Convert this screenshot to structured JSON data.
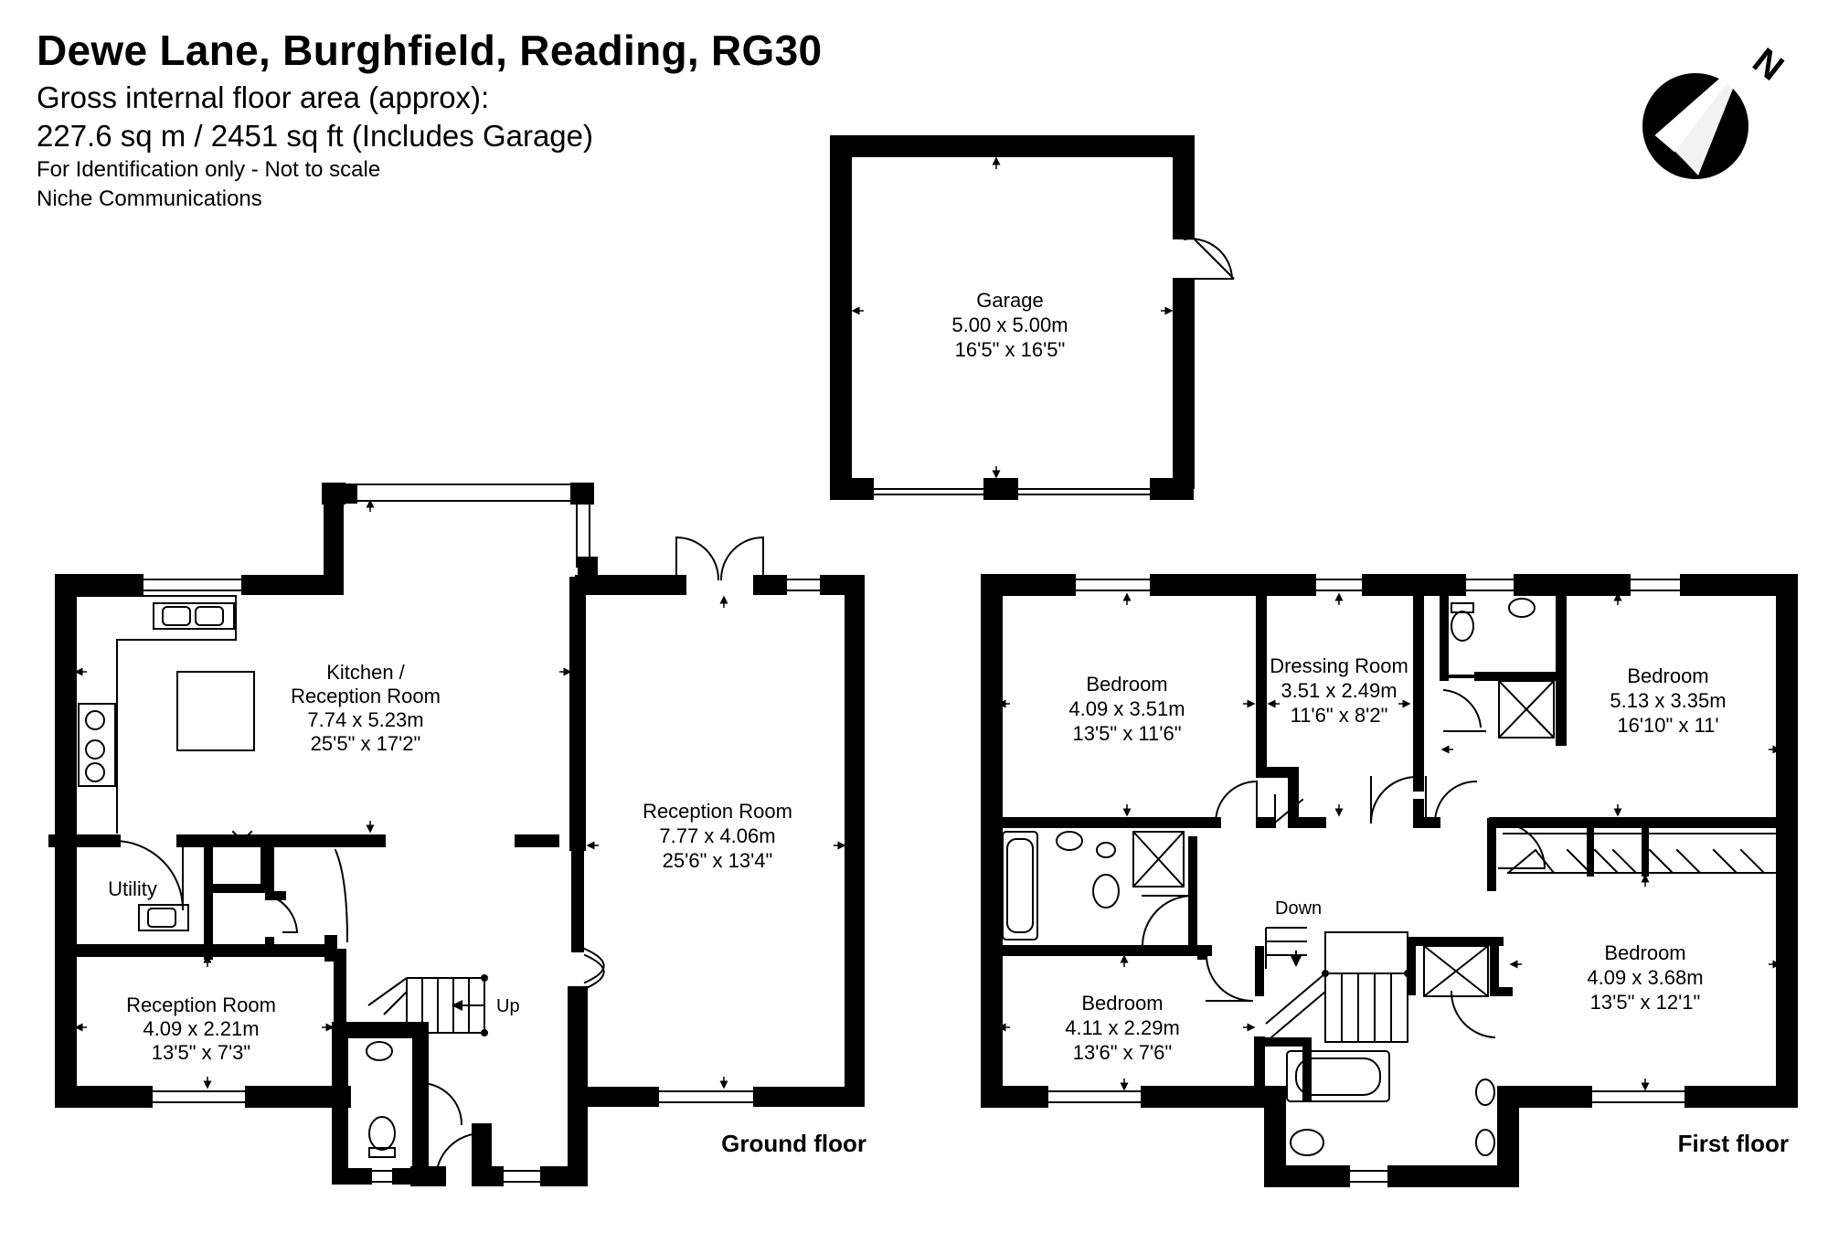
{
  "header": {
    "title": "Dewe Lane, Burghfield, Reading, RG30",
    "area_label": "Gross internal floor area (approx):",
    "area_value": "227.6 sq m / 2451 sq ft (Includes Garage)",
    "disclaimer": "For Identification only - Not to scale",
    "agent": "Niche Communications"
  },
  "compass": {
    "label": "N"
  },
  "floors": {
    "ground": "Ground floor",
    "first": "First floor"
  },
  "rooms": {
    "garage": {
      "name": "Garage",
      "metric": "5.00 x 5.00m",
      "imperial": "16'5\" x 16'5\""
    },
    "kitchen": {
      "name1": "Kitchen /",
      "name2": "Reception Room",
      "metric": "7.74 x 5.23m",
      "imperial": "25'5\" x 17'2\""
    },
    "reception_large": {
      "name": "Reception Room",
      "metric": "7.77 x 4.06m",
      "imperial": "25'6\" x 13'4\""
    },
    "reception_small": {
      "name": "Reception Room",
      "metric": "4.09 x 2.21m",
      "imperial": "13'5\" x 7'3\""
    },
    "utility": {
      "name": "Utility"
    },
    "bedroom1": {
      "name": "Bedroom",
      "metric": "4.09 x 3.51m",
      "imperial": "13'5\" x 11'6\""
    },
    "dressing": {
      "name": "Dressing Room",
      "metric": "3.51 x 2.49m",
      "imperial": "11'6\" x 8'2\""
    },
    "bedroom2": {
      "name": "Bedroom",
      "metric": "5.13 x 3.35m",
      "imperial": "16'10\" x 11'"
    },
    "bedroom3": {
      "name": "Bedroom",
      "metric": "4.11 x 2.29m",
      "imperial": "13'6\" x 7'6\""
    },
    "bedroom4": {
      "name": "Bedroom",
      "metric": "4.09 x 3.68m",
      "imperial": "13'5\" x 12'1\""
    }
  },
  "stairs": {
    "up": "Up",
    "down": "Down"
  }
}
